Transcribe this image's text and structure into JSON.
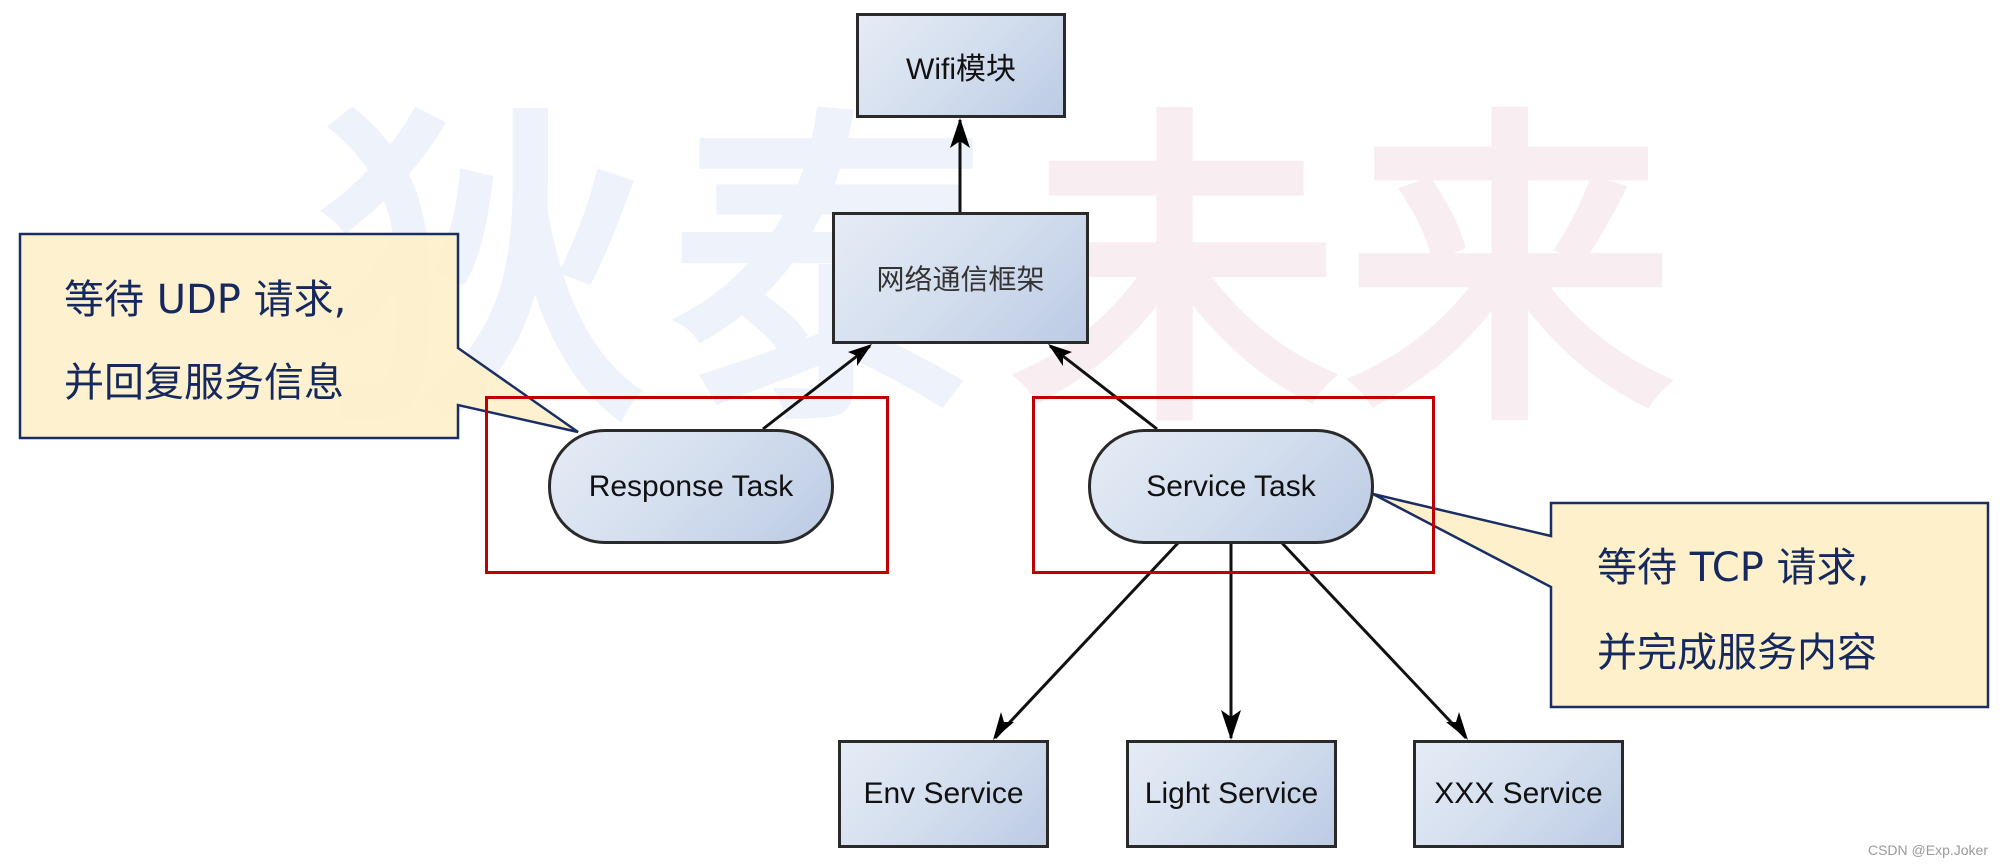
{
  "watermark": {
    "chars": [
      "狄",
      "泰",
      "未",
      "来"
    ],
    "colors": {
      "blue": "#eef2fa",
      "pink": "#f8eef2"
    }
  },
  "nodes": {
    "wifi": "Wifi模块",
    "framework": "网络通信框架",
    "response_task": "Response Task",
    "service_task": "Service Task",
    "env_service": "Env Service",
    "light_service": "Light Service",
    "xxx_service": "XXX Service"
  },
  "callouts": {
    "udp": {
      "line1": "等待 UDP 请求,",
      "line2": "并回复服务信息"
    },
    "tcp": {
      "line1": "等待 TCP 请求,",
      "line2": "并完成服务内容"
    }
  },
  "edges": [
    {
      "from": "framework",
      "to": "wifi"
    },
    {
      "from": "response_task",
      "to": "framework"
    },
    {
      "from": "service_task",
      "to": "framework"
    },
    {
      "from": "service_task",
      "to": "env_service"
    },
    {
      "from": "service_task",
      "to": "light_service"
    },
    {
      "from": "service_task",
      "to": "xxx_service"
    }
  ],
  "colors": {
    "highlight_frame": "#c00000",
    "callout_fill": "#fdf0cb",
    "callout_border": "#1a2e66",
    "callout_text": "#15295e",
    "node_border": "#2a2a2a"
  },
  "credit": "CSDN @Exp.Joker"
}
